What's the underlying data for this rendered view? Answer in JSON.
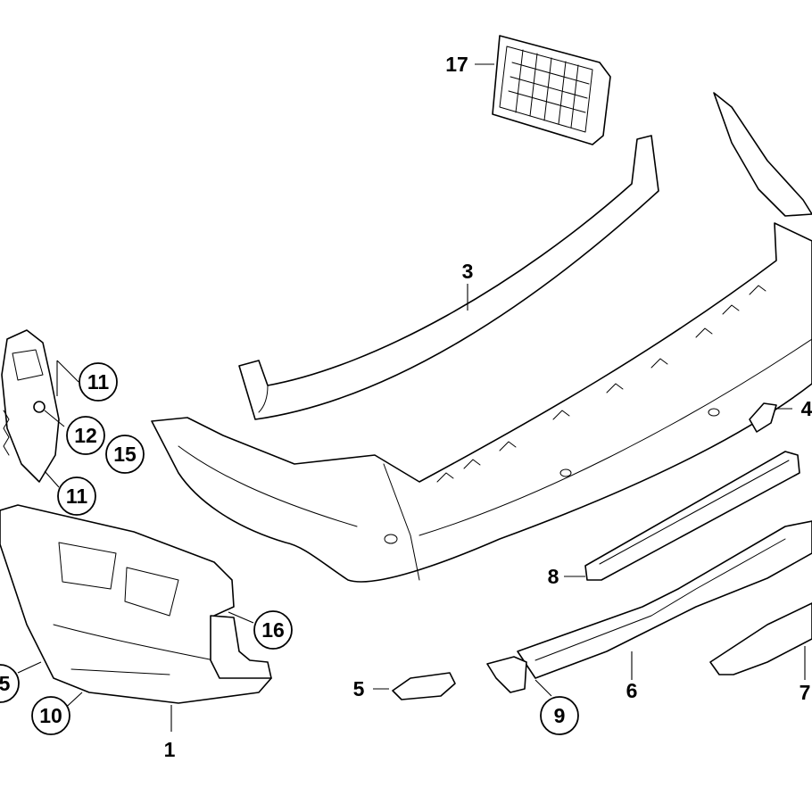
{
  "callouts": {
    "c1": "1",
    "c3": "3",
    "c4": "4",
    "c5a": "5",
    "c5b": "5",
    "c6": "6",
    "c7": "7",
    "c8": "8",
    "c9": "9",
    "c10": "10",
    "c11a": "11",
    "c11b": "11",
    "c12": "12",
    "c15": "15",
    "c16": "16",
    "c17": "17"
  },
  "colors": {
    "line": "#000000",
    "background": "#ffffff"
  }
}
